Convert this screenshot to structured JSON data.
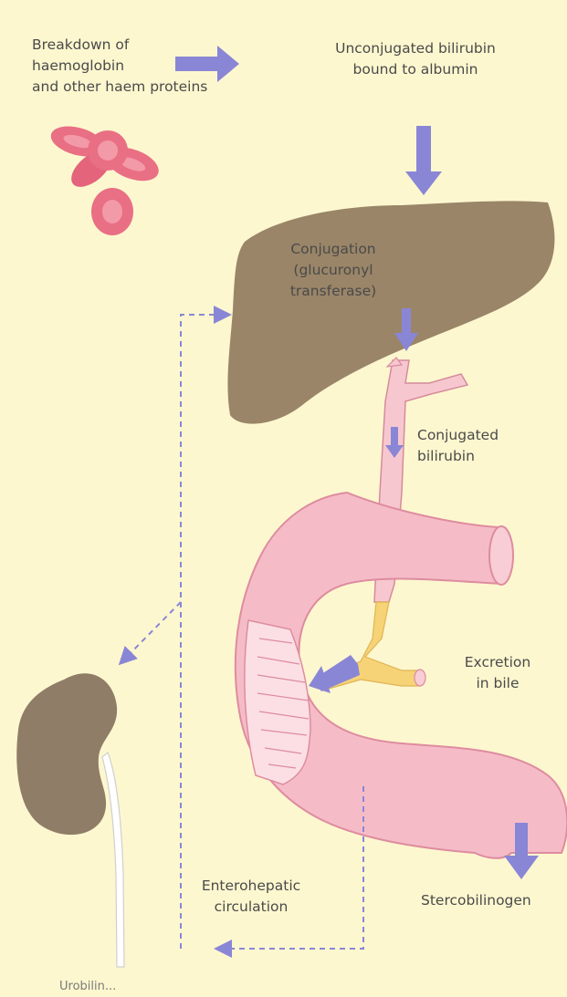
{
  "labels": {
    "breakdown": "Breakdown of\nhaemoglobin\nand other haem proteins",
    "unconjugated": "Unconjugated bilirubin\nbound to albumin",
    "conjugation": "Conjugation\n(glucuronyl\ntransferase)",
    "conjugated": "Conjugated\nbilirubin",
    "excretion": "Excretion\nin bile",
    "enterohepatic": "Enterohepatic\ncirculation",
    "stercobilinogen": "Stercobilinogen",
    "urobilinogen_partial": "Urobilin..."
  },
  "colors": {
    "background": "#fdf7cf",
    "arrow": "#8a86d6",
    "liver": "#9a8568",
    "intestine": "#f5bcc8",
    "blood_cell": "#e96f84",
    "kidney": "#8f7d67",
    "bile": "#f6d377",
    "text": "#4a4a4a"
  }
}
